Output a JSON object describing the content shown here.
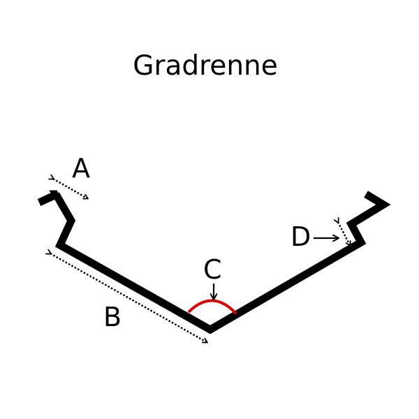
{
  "title": "Gradrenne",
  "labels": {
    "a": "A",
    "b": "B",
    "c": "C",
    "d": "D"
  },
  "colors": {
    "profile": "#000000",
    "angle_arc": "#e00000",
    "dimension": "#000000"
  }
}
